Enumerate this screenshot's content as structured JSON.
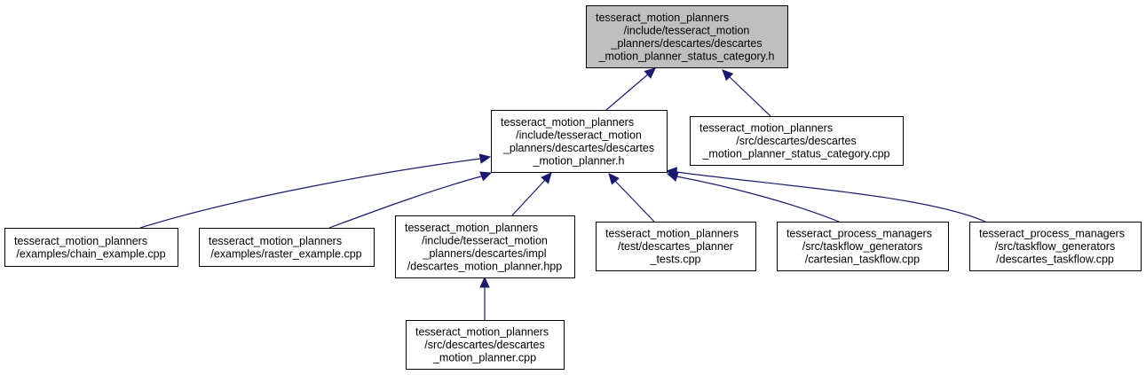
{
  "graph": {
    "nodes": [
      {
        "id": "status_category_h",
        "root": true,
        "lines": [
          "tesseract_motion_planners",
          "/include/tesseract_motion",
          "_planners/descartes/descartes",
          "_motion_planner_status_category.h"
        ]
      },
      {
        "id": "motion_planner_h",
        "lines": [
          "tesseract_motion_planners",
          "/include/tesseract_motion",
          "_planners/descartes/descartes",
          "_motion_planner.h"
        ]
      },
      {
        "id": "status_category_cpp",
        "lines": [
          "tesseract_motion_planners",
          "/src/descartes/descartes",
          "_motion_planner_status_category.cpp"
        ]
      },
      {
        "id": "chain_example",
        "lines": [
          "tesseract_motion_planners",
          "/examples/chain_example.cpp"
        ]
      },
      {
        "id": "raster_example",
        "lines": [
          "tesseract_motion_planners",
          "/examples/raster_example.cpp"
        ]
      },
      {
        "id": "motion_planner_hpp",
        "lines": [
          "tesseract_motion_planners",
          "/include/tesseract_motion",
          "_planners/descartes/impl",
          "/descartes_motion_planner.hpp"
        ]
      },
      {
        "id": "planner_tests",
        "lines": [
          "tesseract_motion_planners",
          "/test/descartes_planner",
          "_tests.cpp"
        ]
      },
      {
        "id": "cartesian_taskflow",
        "lines": [
          "tesseract_process_managers",
          "/src/taskflow_generators",
          "/cartesian_taskflow.cpp"
        ]
      },
      {
        "id": "descartes_taskflow",
        "lines": [
          "tesseract_process_managers",
          "/src/taskflow_generators",
          "/descartes_taskflow.cpp"
        ]
      },
      {
        "id": "motion_planner_cpp",
        "lines": [
          "tesseract_motion_planners",
          "/src/descartes/descartes",
          "_motion_planner.cpp"
        ]
      }
    ],
    "edges": [
      {
        "from": "motion_planner_h",
        "to": "status_category_h"
      },
      {
        "from": "status_category_cpp",
        "to": "status_category_h"
      },
      {
        "from": "chain_example",
        "to": "motion_planner_h"
      },
      {
        "from": "raster_example",
        "to": "motion_planner_h"
      },
      {
        "from": "motion_planner_hpp",
        "to": "motion_planner_h"
      },
      {
        "from": "planner_tests",
        "to": "motion_planner_h"
      },
      {
        "from": "cartesian_taskflow",
        "to": "motion_planner_h"
      },
      {
        "from": "descartes_taskflow",
        "to": "motion_planner_h"
      },
      {
        "from": "motion_planner_cpp",
        "to": "motion_planner_hpp"
      }
    ]
  }
}
